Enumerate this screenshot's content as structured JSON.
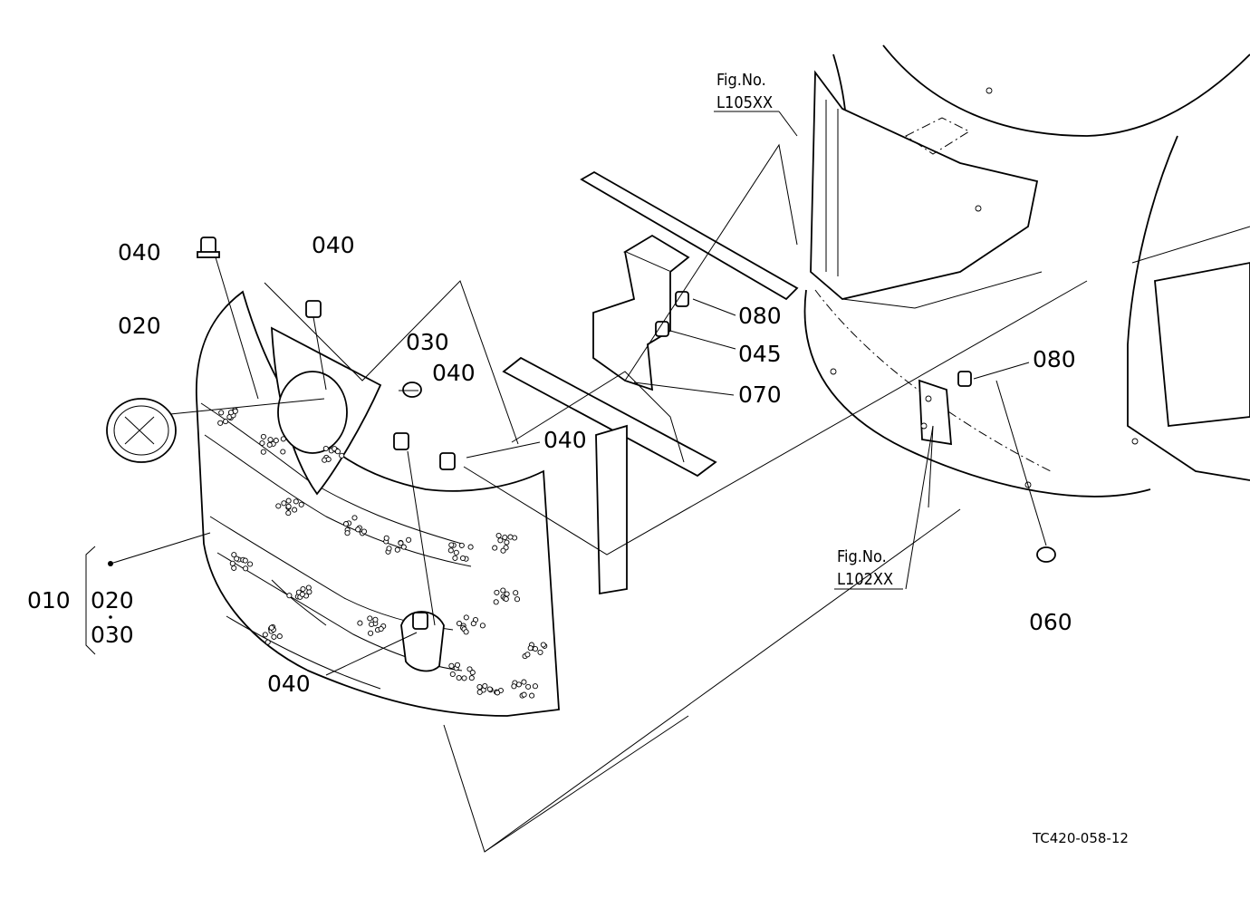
{
  "labels": {
    "p040_a": "040",
    "p040_b": "040",
    "p040_c": "040",
    "p040_d": "040",
    "p040_e": "040",
    "p020": "020",
    "p030": "030",
    "p080_a": "080",
    "p045": "045",
    "p070": "070",
    "p080_b": "080",
    "p060": "060",
    "p010": "010",
    "group_020": "020",
    "group_030": "030"
  },
  "refs": {
    "fig_top_line1": "Fig.No.",
    "fig_top_line2": "L105XX",
    "fig_right_line1": "Fig.No.",
    "fig_right_line2": "L102XX"
  },
  "drawing_code": "TC420-058-12"
}
